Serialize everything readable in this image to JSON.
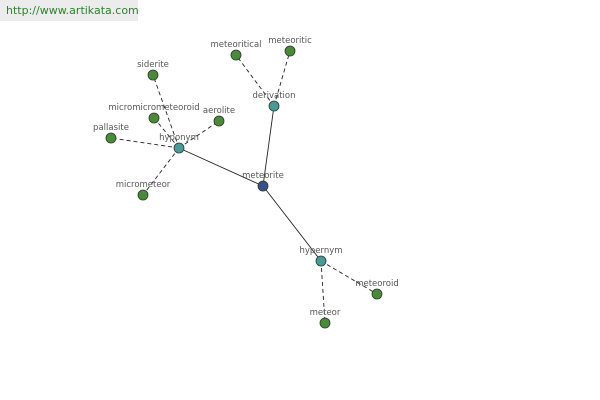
{
  "source": {
    "url": "http://www.artikata.com"
  },
  "colors": {
    "center": "#3d4f8a",
    "relation": "#4a9a9a",
    "word": "#4a8a3a",
    "edge": "#222222"
  },
  "graph": {
    "center": {
      "id": "meteorite",
      "label": "meteorite"
    },
    "relations": [
      {
        "id": "derivation",
        "label": "derivation"
      },
      {
        "id": "hyponym",
        "label": "hyponym"
      },
      {
        "id": "hypernym",
        "label": "hypernym"
      }
    ],
    "words": [
      {
        "id": "meteoritical",
        "label": "meteoritical",
        "relation": "derivation"
      },
      {
        "id": "meteoritic",
        "label": "meteoritic",
        "relation": "derivation"
      },
      {
        "id": "siderite",
        "label": "siderite",
        "relation": "hyponym"
      },
      {
        "id": "micromicrometeoroid",
        "label": "micromicrometeoroid",
        "relation": "hyponym"
      },
      {
        "id": "aerolite",
        "label": "aerolite",
        "relation": "hyponym"
      },
      {
        "id": "pallasite",
        "label": "pallasite",
        "relation": "hyponym"
      },
      {
        "id": "micrometeor",
        "label": "micrometeor",
        "relation": "hyponym"
      },
      {
        "id": "meteoroid",
        "label": "meteoroid",
        "relation": "hypernym"
      },
      {
        "id": "meteor",
        "label": "meteor",
        "relation": "hypernym"
      }
    ]
  }
}
